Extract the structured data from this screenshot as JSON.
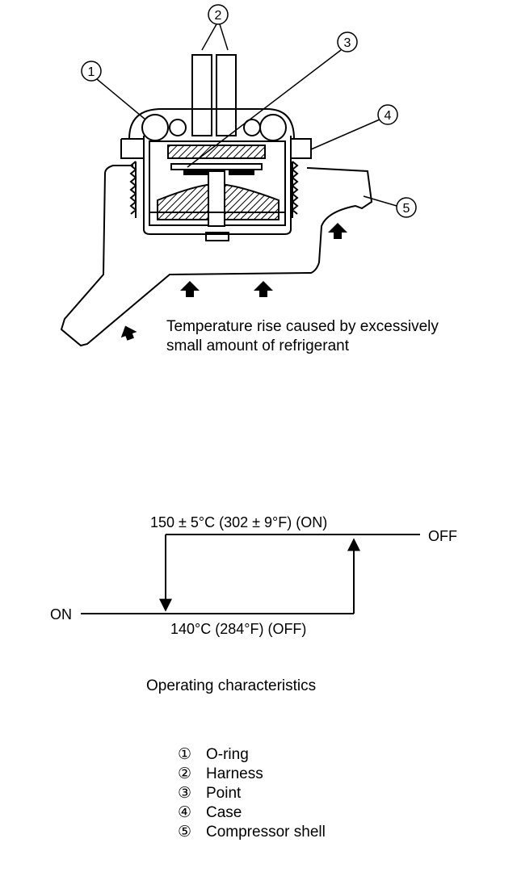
{
  "callouts": [
    "1",
    "2",
    "3",
    "4",
    "5"
  ],
  "caption": {
    "line1": "Temperature rise caused by excessively",
    "line2": "small amount of refrigerant"
  },
  "chart": {
    "on_threshold": "150 ± 5°C (302 ± 9°F)  (ON)",
    "off_threshold": "140°C (284°F)  (OFF)",
    "left_label": "ON",
    "right_label": "OFF",
    "title": "Operating characteristics"
  },
  "legend": [
    {
      "num": "①",
      "label": "O-ring"
    },
    {
      "num": "②",
      "label": "Harness"
    },
    {
      "num": "③",
      "label": "Point"
    },
    {
      "num": "④",
      "label": "Case"
    },
    {
      "num": "⑤",
      "label": "Compressor shell"
    }
  ]
}
